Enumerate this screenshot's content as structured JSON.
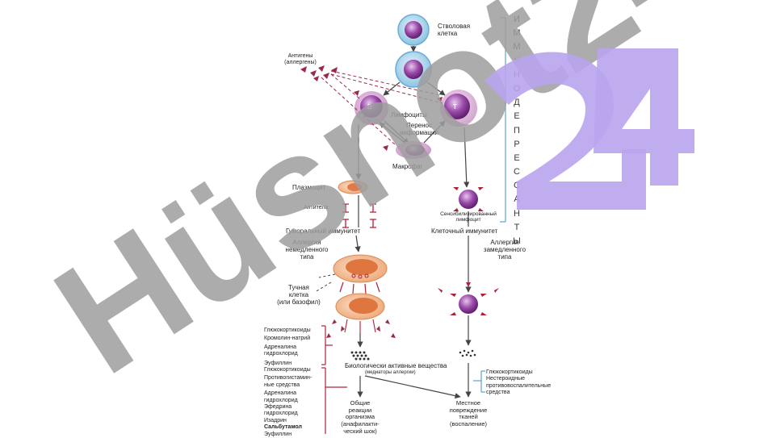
{
  "cells": {
    "stem": "Стволовая\nклетка",
    "antigens": "Антигены\n(аллергены)",
    "b_letter": "B",
    "t_letter": "T",
    "lymphocytes": "Лимфоциты",
    "info_transfer": "Перенос\nинформации",
    "macrophage": "Макрофаг",
    "plasmocyte": "Плазмоцит",
    "antibodies": "Антитела",
    "sensitized": "Сенсибилизированный\nлимфоцит",
    "mast_cell": "Тучная\nклетка\n(или базофил)"
  },
  "immunity": {
    "humoral": "Гуморальный иммунитет",
    "cellular": "Клеточный иммунитет",
    "allergy_immediate": "Аллергия\nнемедленного\nтипа",
    "allergy_delayed": "Аллергия\nзамедленного\nтипа"
  },
  "immunosuppressants": [
    "И",
    "М",
    "М",
    "У",
    "Н",
    "О",
    "Д",
    "Е",
    "П",
    "Р",
    "Е",
    "С",
    "С",
    "А",
    "Н",
    "Т",
    "Ы"
  ],
  "mediators": {
    "title": "Биологически активные вещества",
    "subtitle": "(медиаторы аллергии)"
  },
  "outcomes": {
    "general": "Общие\nреакции\nорганизма\n(анафилакти-\nческий шок)",
    "local": "Местное\nповреждение\nтканей\n(воспаление)"
  },
  "drugs_top": [
    "Глюкокортикоиды",
    "Кромолин-натрий",
    "Адреналина\nгидрохлорид",
    "Эуфиллин"
  ],
  "drugs_bottom": [
    "Глюкокортикоиды",
    "Противогистамин-\nные средства",
    "Адреналина\nгидрохлорид",
    "Эфедрина\nгидрохлорид",
    "Изадрин",
    "Сальбутамол",
    "Эуфиллин"
  ],
  "drugs_right": [
    "Глюкокортикоиды",
    "Нестероидные\nпротивовоспалительные\nсредства"
  ],
  "watermark": "Hüsnot24",
  "colors": {
    "arrow": "#444444",
    "antigen": "#9a2a4a",
    "cell_blue": "#a9d4ea",
    "cell_purple": "#7a3a8a",
    "mast_orange": "#f0b88a",
    "watermark_gray": "#9e9e9e",
    "watermark_violet": "#b9a4ee"
  }
}
